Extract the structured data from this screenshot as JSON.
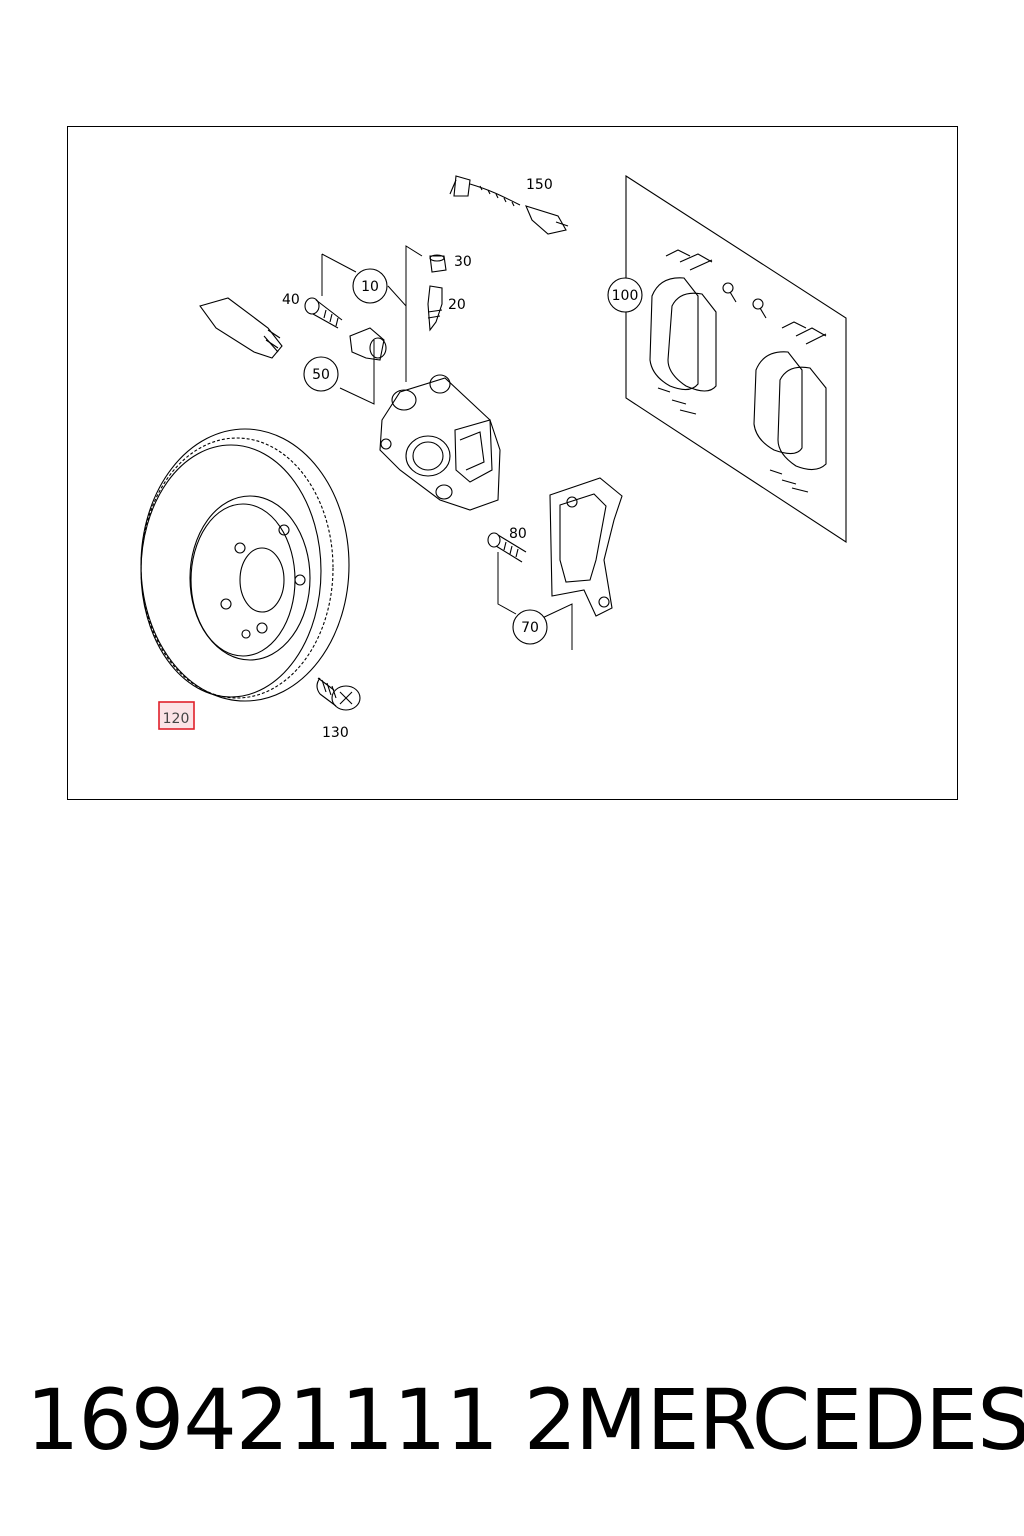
{
  "diagram": {
    "callouts": [
      {
        "id": "150",
        "label": "150"
      },
      {
        "id": "30",
        "label": "30"
      },
      {
        "id": "10",
        "label": "10"
      },
      {
        "id": "40",
        "label": "40"
      },
      {
        "id": "20",
        "label": "20"
      },
      {
        "id": "100",
        "label": "100"
      },
      {
        "id": "50",
        "label": "50"
      },
      {
        "id": "80",
        "label": "80"
      },
      {
        "id": "70",
        "label": "70"
      },
      {
        "id": "120",
        "label": "120"
      },
      {
        "id": "130",
        "label": "130"
      }
    ],
    "highlighted_callout": "120",
    "highlight_color": "#e0202a",
    "highlight_fill": "#fbe3e6"
  },
  "caption": {
    "part_number": "169421111 2",
    "brand": "MERCEDES"
  }
}
